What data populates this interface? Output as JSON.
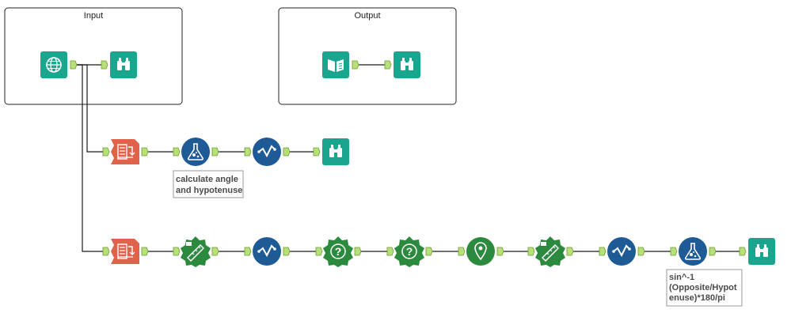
{
  "containers": [
    {
      "id": "input",
      "title": "Input"
    },
    {
      "id": "output",
      "title": "Output"
    }
  ],
  "annotations": {
    "formula_1": [
      "calculate angle",
      "and hypotenuse"
    ],
    "formula_2": [
      "sin^-1",
      "(Opposite/Hypot",
      "enuse)*180/pi"
    ]
  },
  "tool_colors": {
    "io": "#1aa58e",
    "transform": "#e0624a",
    "formula": "#1d5a96",
    "filter": "#2c8a3e",
    "anchor": "#b6e07a"
  },
  "tools": [
    {
      "id": "input-data",
      "icon": "globe-icon"
    },
    {
      "id": "browse-1",
      "icon": "binoculars-icon"
    },
    {
      "id": "text-input",
      "icon": "book-icon"
    },
    {
      "id": "browse-2",
      "icon": "binoculars-icon"
    },
    {
      "id": "select-1",
      "icon": "select-records-icon"
    },
    {
      "id": "formula-1",
      "icon": "flask-icon"
    },
    {
      "id": "multi-field-1",
      "icon": "check-wave-icon"
    },
    {
      "id": "browse-3",
      "icon": "binoculars-icon"
    },
    {
      "id": "select-2",
      "icon": "select-records-icon"
    },
    {
      "id": "spatial-1",
      "icon": "ruler-icon"
    },
    {
      "id": "multi-field-2",
      "icon": "check-wave-icon"
    },
    {
      "id": "question-1",
      "icon": "question-gear-icon"
    },
    {
      "id": "question-2",
      "icon": "question-gear-icon"
    },
    {
      "id": "location-1",
      "icon": "map-pin-icon"
    },
    {
      "id": "spatial-2",
      "icon": "ruler-icon"
    },
    {
      "id": "multi-field-3",
      "icon": "check-wave-icon"
    },
    {
      "id": "formula-2",
      "icon": "flask-icon"
    },
    {
      "id": "browse-4",
      "icon": "binoculars-icon"
    }
  ]
}
